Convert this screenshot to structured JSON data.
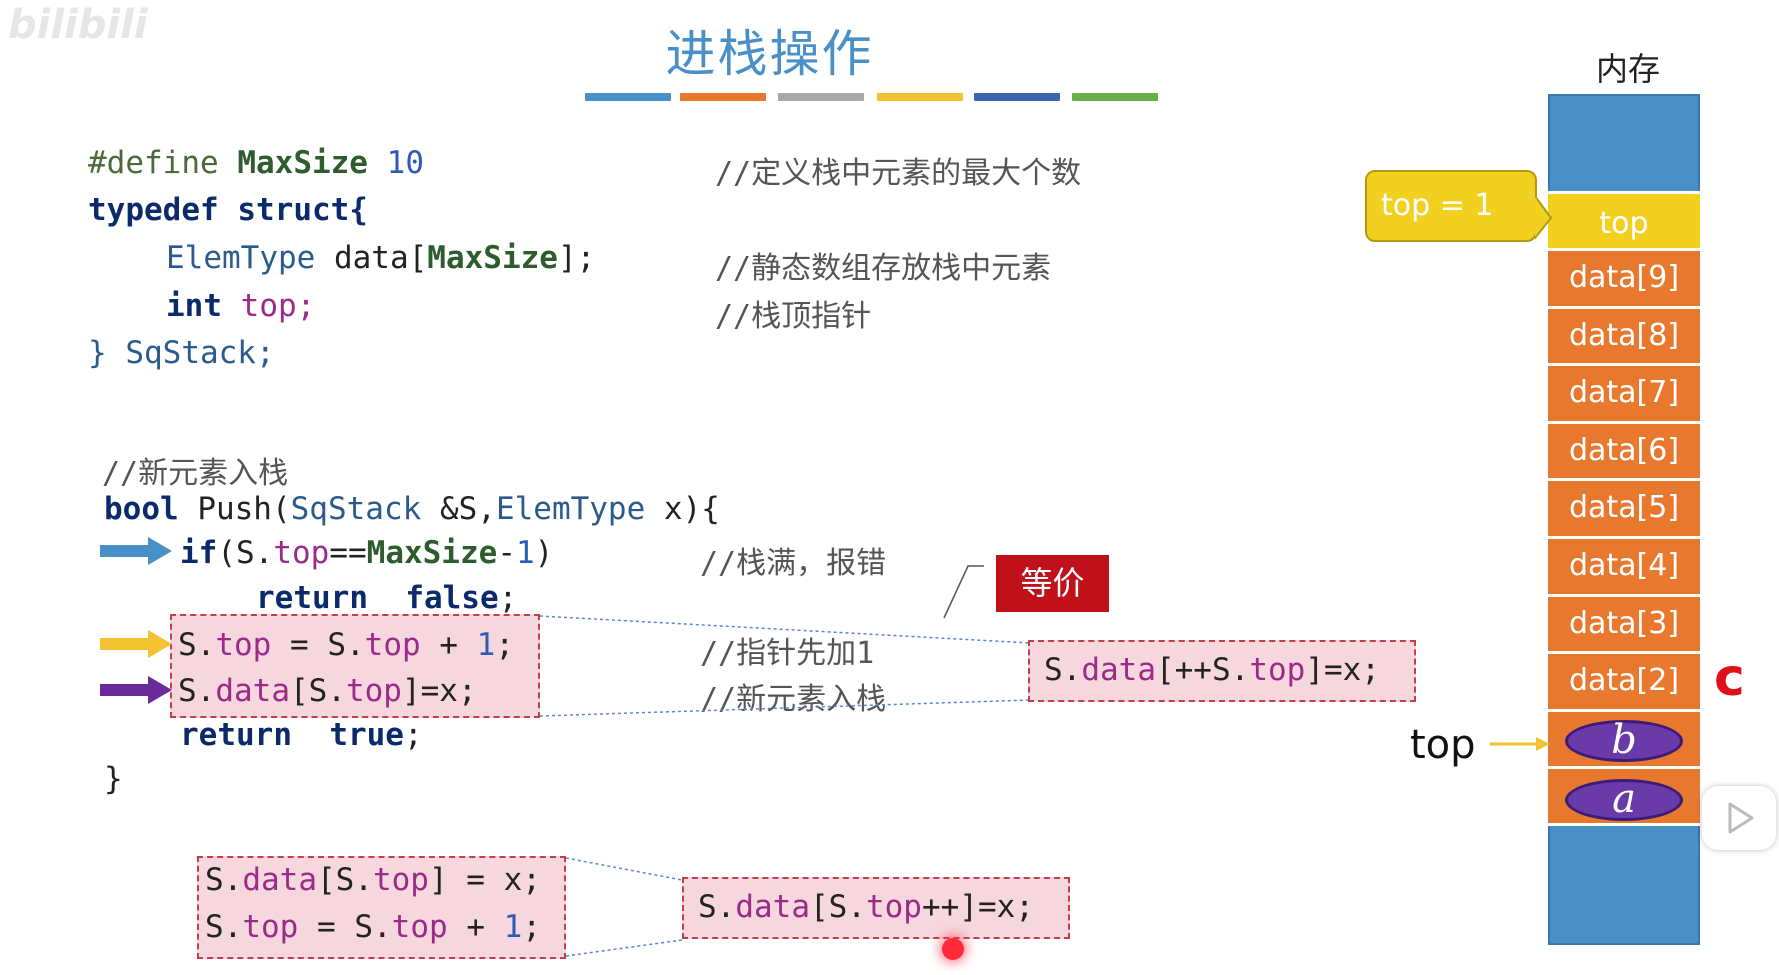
{
  "watermark": "bilibili",
  "title": "进栈操作",
  "memory_label": "内存",
  "def": {
    "l1": {
      "define": "#define",
      "name": "MaxSize",
      "val": "10",
      "comment": "//定义栈中元素的最大个数"
    },
    "l2": {
      "typedef": "typedef",
      "struct": "struct{"
    },
    "l3": {
      "type": "ElemType",
      "rest": " data[",
      "name": "MaxSize",
      "end": "];",
      "comment": "//静态数组存放栈中元素"
    },
    "l4": {
      "kw": "int",
      "rest": " top;",
      "comment": "//栈顶指针"
    },
    "l5": {
      "text": "} SqStack;"
    }
  },
  "push": {
    "comment_head": "//新元素入栈",
    "sig": {
      "bool": "bool",
      "fn": " Push(",
      "t1": "SqStack",
      "p1": " &S,",
      "t2": "ElemType",
      "p2": " x){"
    },
    "if": {
      "kw": "if",
      "pre": "(S.",
      "var": "top",
      "op": "==",
      "name": "MaxSize",
      "minus": "-",
      "one": "1",
      "close": ")",
      "comment": "//栈满，报错"
    },
    "ret_false": {
      "kw": "return",
      "val": "false",
      "semi": ";"
    },
    "inc": {
      "a": "S.",
      "b": "top",
      "c": " = S.",
      "d": "top",
      "e": " + ",
      "f": "1",
      "g": ";",
      "comment": "//指针先加1"
    },
    "assign": {
      "a": "S.",
      "b": "data",
      "c": "[S.",
      "d": "top",
      "e": "]=x;",
      "comment": "//新元素入栈"
    },
    "ret_true": {
      "kw": "return",
      "val": "true",
      "semi": ";"
    },
    "close": "}"
  },
  "equivalent_label": "等价",
  "equiv1": {
    "a": "S.",
    "b": "data",
    "c": "[++S.",
    "d": "top",
    "e": "]=x;"
  },
  "alt": {
    "l1": {
      "a": "S.",
      "b": "data",
      "c": "[S.",
      "d": "top",
      "e": "] = x;"
    },
    "l2": {
      "a": "S.",
      "b": "top",
      "c": " = S.",
      "d": "top",
      "e": " + ",
      "f": "1",
      "g": ";"
    }
  },
  "equiv2": {
    "a": "S.",
    "b": "data",
    "c": "[S.",
    "d": "top",
    "e": "++]=x;"
  },
  "callout": "top = 1",
  "top_cell": "top",
  "cells": [
    "data[9]",
    "data[8]",
    "data[7]",
    "data[6]",
    "data[5]",
    "data[4]",
    "data[3]",
    "data[2]"
  ],
  "elements": [
    "b",
    "a"
  ],
  "top_pointer_label": "top",
  "annotation_c": "c",
  "colors": {
    "title": "#4a90c8",
    "bar1": "#4a90c8",
    "bar2": "#e9782f",
    "bar3": "#a8a8a8",
    "bar4": "#f2c230",
    "bar5": "#3a66b0",
    "bar6": "#6ab04a",
    "memory_blue": "#4a90c8",
    "cell_orange": "#e9782f",
    "top_yellow": "#f2d020",
    "equiv_red": "#c0101a",
    "element_purple": "#6a3aa8"
  },
  "icons": [
    "blue-arrow-icon",
    "yellow-arrow-icon",
    "purple-arrow-icon",
    "play-icon",
    "laser-pointer-icon"
  ]
}
